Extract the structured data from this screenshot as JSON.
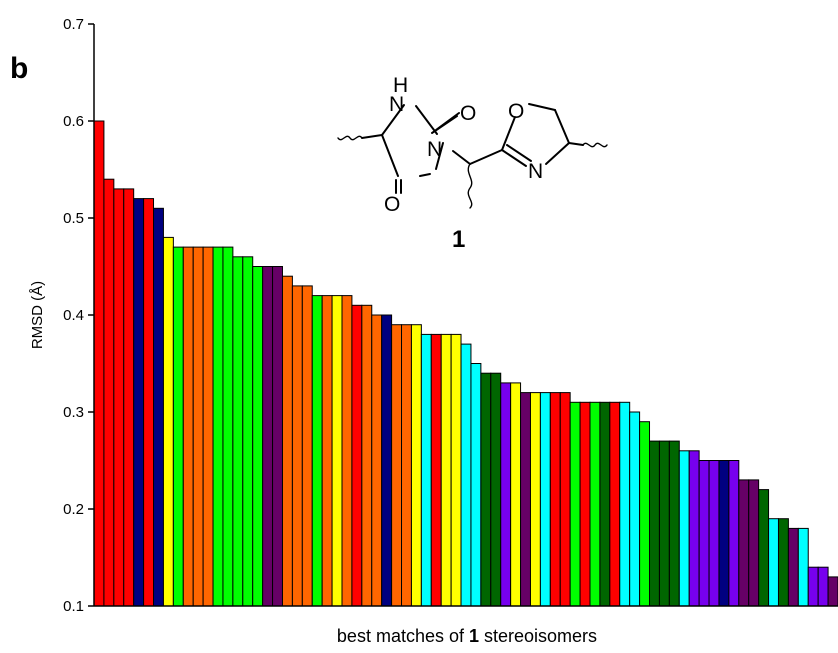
{
  "panel_label": "b",
  "structure": {
    "atoms": [
      "H",
      "N",
      "O",
      "N",
      "O",
      "O",
      "N"
    ],
    "compound_number": "1"
  },
  "chart_data": {
    "type": "bar",
    "title": "",
    "xlabel": {
      "prefix": "best matches of ",
      "bold": "1",
      "suffix": " stereoisomers"
    },
    "ylabel": "RMSD (Å)",
    "ylim": [
      0.1,
      0.7
    ],
    "yticks": [
      0.1,
      0.2,
      0.3,
      0.4,
      0.5,
      0.6,
      0.7
    ],
    "ytick_labels": [
      "0.1",
      "0.2",
      "0.3",
      "0.4",
      "0.5",
      "0.6",
      "0.7"
    ],
    "grid": false,
    "legend": "none",
    "values": [
      0.6,
      0.54,
      0.53,
      0.53,
      0.52,
      0.52,
      0.51,
      0.48,
      0.47,
      0.47,
      0.47,
      0.47,
      0.47,
      0.47,
      0.46,
      0.46,
      0.45,
      0.45,
      0.45,
      0.44,
      0.43,
      0.43,
      0.42,
      0.42,
      0.42,
      0.42,
      0.41,
      0.41,
      0.4,
      0.4,
      0.39,
      0.39,
      0.39,
      0.38,
      0.38,
      0.38,
      0.38,
      0.37,
      0.35,
      0.34,
      0.34,
      0.33,
      0.33,
      0.32,
      0.32,
      0.32,
      0.32,
      0.32,
      0.31,
      0.31,
      0.31,
      0.31,
      0.31,
      0.31,
      0.3,
      0.29,
      0.27,
      0.27,
      0.27,
      0.26,
      0.26,
      0.25,
      0.25,
      0.25,
      0.25,
      0.23,
      0.23,
      0.22,
      0.19,
      0.19,
      0.18,
      0.18,
      0.14,
      0.14,
      0.13
    ],
    "colors": [
      "#ff0000",
      "#ff0000",
      "#ff0000",
      "#ff0000",
      "#000080",
      "#ff0000",
      "#000080",
      "#ffff00",
      "#00ff00",
      "#ff6600",
      "#ff6600",
      "#ff6600",
      "#00ff00",
      "#00ff00",
      "#00ff00",
      "#00ff00",
      "#00ff00",
      "#660066",
      "#660066",
      "#ff6600",
      "#ff6600",
      "#ff6600",
      "#00ff00",
      "#ff6600",
      "#ffff00",
      "#ff6600",
      "#ff0000",
      "#ff6600",
      "#ff6600",
      "#000080",
      "#ff6600",
      "#ff6600",
      "#ffff00",
      "#00ffff",
      "#ff0000",
      "#ffff00",
      "#ffff00",
      "#00ffff",
      "#00ffff",
      "#006600",
      "#006600",
      "#7700ee",
      "#ffff00",
      "#660066",
      "#ffff00",
      "#00ffff",
      "#ff0000",
      "#ff0000",
      "#00ff00",
      "#ff0000",
      "#00ff00",
      "#006600",
      "#ff0000",
      "#00ffff",
      "#00ffff",
      "#00ff00",
      "#006600",
      "#006600",
      "#006600",
      "#00ffff",
      "#7700ee",
      "#7700ee",
      "#7700ee",
      "#000080",
      "#7700ee",
      "#660066",
      "#660066",
      "#006600",
      "#00ffff",
      "#006600",
      "#660066",
      "#00ffff",
      "#7700ee",
      "#7700ee",
      "#660066",
      "#00ffff"
    ]
  }
}
